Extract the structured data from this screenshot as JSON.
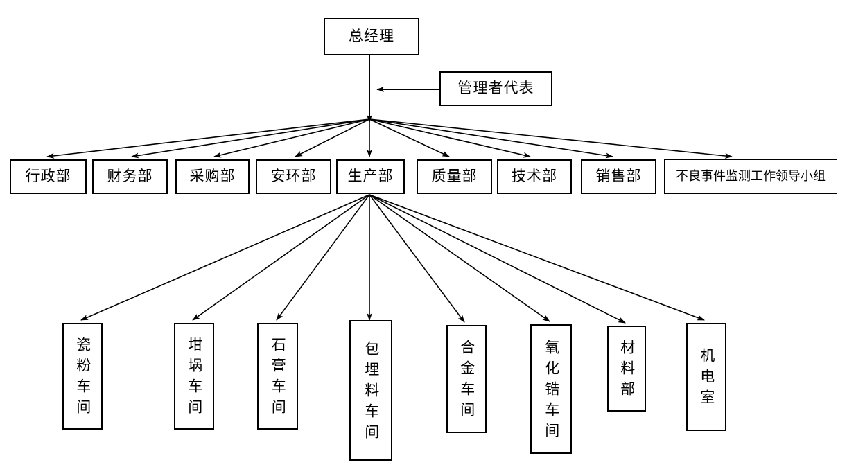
{
  "diagram": {
    "title": "组织结构图",
    "type": "org-chart",
    "background_color": "#ffffff",
    "line_color": "#000000",
    "box_border_color": "#000000",
    "box_fill_color": "#ffffff"
  },
  "levels": {
    "top": {
      "general_manager": "总经理",
      "management_representative": "管理者代表"
    },
    "departments": [
      {
        "label": "行政部"
      },
      {
        "label": "财务部"
      },
      {
        "label": "采购部"
      },
      {
        "label": "安环部"
      },
      {
        "label": "生产部"
      },
      {
        "label": "质量部"
      },
      {
        "label": "技术部"
      },
      {
        "label": "销售部"
      },
      {
        "label": "不良事件监测工作领导小组"
      }
    ],
    "workshops": [
      {
        "label": "瓷粉车间"
      },
      {
        "label": "坩埚车间"
      },
      {
        "label": "石膏车间"
      },
      {
        "label": "包埋料车间"
      },
      {
        "label": "合金车间"
      },
      {
        "label": "氧化锆车间"
      },
      {
        "label": "材料部"
      },
      {
        "label": "机电室"
      }
    ]
  },
  "edges": {
    "gm_to_hub": "总经理 → 部门分发点",
    "mgmt_rep_to_gm_line": "管理者代表 → 总经理主干线",
    "hub_to_departments": "部门分发点 → 各部门",
    "production_to_workshops": "生产部 → 各车间"
  }
}
